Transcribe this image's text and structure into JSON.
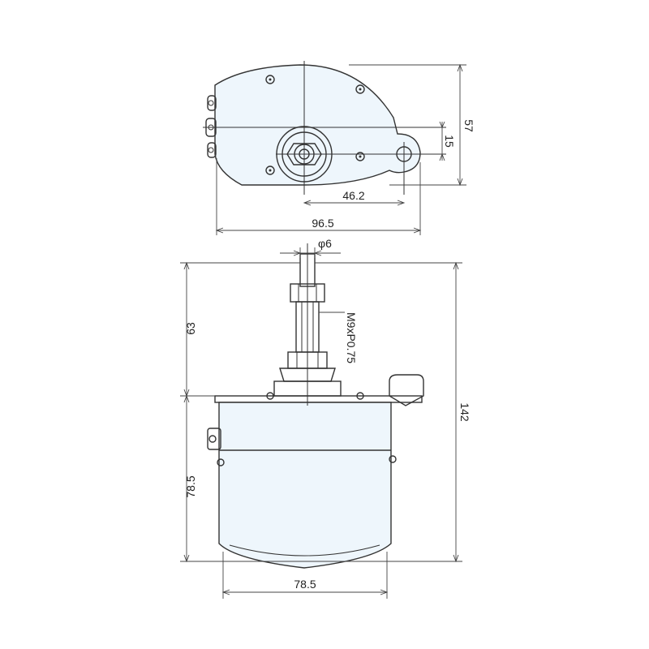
{
  "colors": {
    "stroke": "#333333",
    "fill": "#eef6fc",
    "text": "#222222"
  },
  "top_view": {
    "dimensions": {
      "height_57": "57",
      "offset_15": "15",
      "width_46_2": "46.2",
      "width_96_5": "96.5"
    }
  },
  "side_view": {
    "dimensions": {
      "shaft_diameter": "φ6",
      "thread_spec": "M9xP0.75",
      "shaft_height_63": "63",
      "total_height_142": "142",
      "body_height_78_5": "78.5",
      "body_width_78_5": "78.5"
    }
  }
}
